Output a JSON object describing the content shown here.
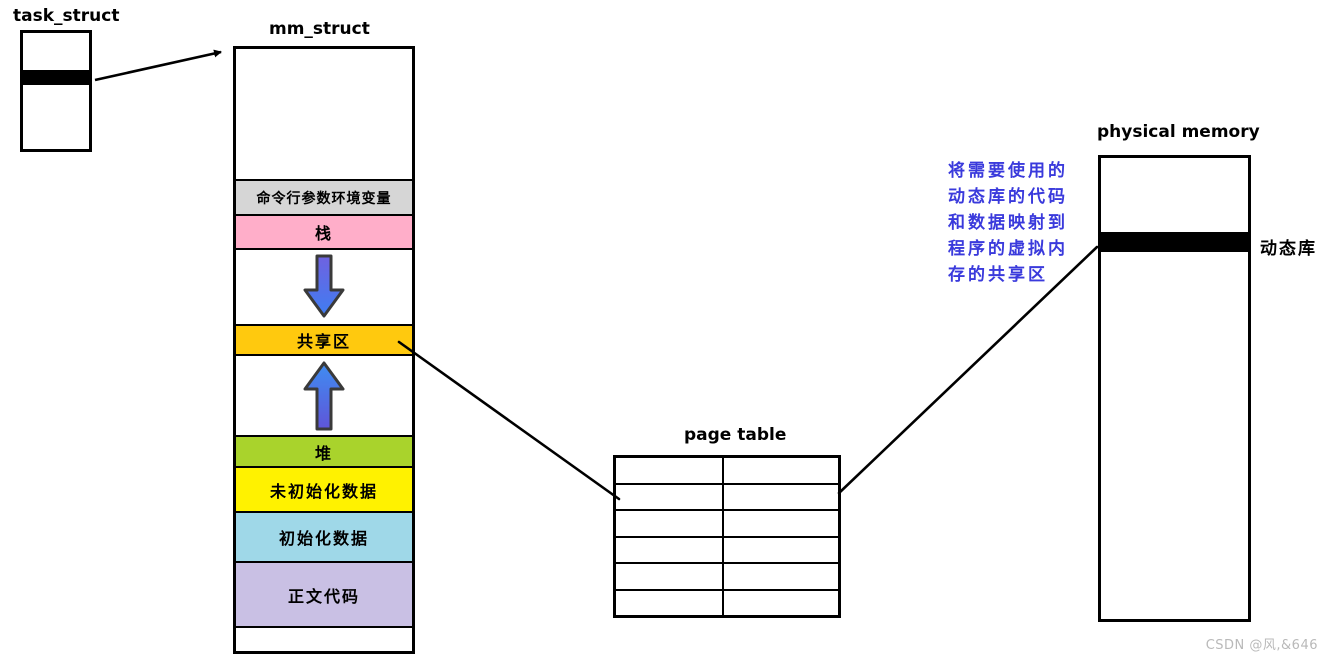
{
  "diagram": {
    "task_struct": {
      "title": "task_struct"
    },
    "mm_struct": {
      "title": "mm_struct",
      "segments": [
        {
          "name": "empty-top",
          "label": "",
          "bg": "#FFFFFF"
        },
        {
          "name": "cmdline-env",
          "label": "命令行参数环境变量",
          "bg": "#D6D6D6"
        },
        {
          "name": "stack",
          "label": "栈",
          "bg": "#FFAEC9"
        },
        {
          "name": "grow-down",
          "label": "",
          "bg": "#FFFFFF"
        },
        {
          "name": "shared-area",
          "label": "共享区",
          "bg": "#FFC90E"
        },
        {
          "name": "grow-up",
          "label": "",
          "bg": "#FFFFFF"
        },
        {
          "name": "heap",
          "label": "堆",
          "bg": "#A9D32C"
        },
        {
          "name": "uninit-data",
          "label": "未初始化数据",
          "bg": "#FFF200"
        },
        {
          "name": "init-data",
          "label": "初始化数据",
          "bg": "#9FD8E8"
        },
        {
          "name": "text-code",
          "label": "正文代码",
          "bg": "#C9C0E4"
        },
        {
          "name": "empty-bottom",
          "label": "",
          "bg": "#FFFFFF"
        }
      ]
    },
    "page_table": {
      "title": "page table"
    },
    "physical_memory": {
      "title": "physical memory",
      "band_color": "#000000",
      "band_label": "动态库"
    },
    "annotation": {
      "color": "#3A3ADC",
      "lines": [
        "将需要使用的",
        "动态库的代码",
        "和数据映射到",
        "程序的虚拟内",
        "存的共享区"
      ]
    },
    "grow_arrow_color": "#4F74E3",
    "watermark": "CSDN @风,&646"
  }
}
